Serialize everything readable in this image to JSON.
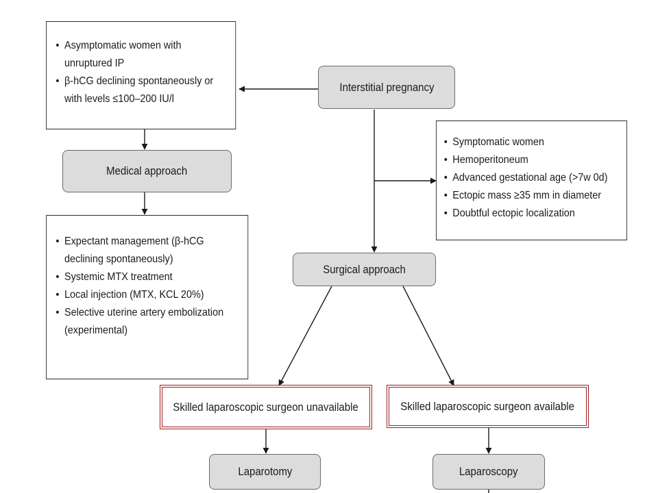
{
  "nodes": {
    "start": "Interstitial pregnancy",
    "medical": "Medical approach",
    "surgical": "Surgical approach",
    "unavailable": "Skilled laparoscopic surgeon unavailable",
    "available": "Skilled laparoscopic surgeon available",
    "laparotomy": "Laparotomy",
    "laparoscopy": "Laparoscopy"
  },
  "criteria_medical": [
    "Asymptomatic women with unruptured IP",
    "β-hCG declining spontaneously or with levels ≤100–200 IU/l"
  ],
  "medical_options": [
    "Expectant management (β-hCG declining spontaneously)",
    "Systemic MTX treatment",
    "Local injection (MTX, KCL 20%)",
    "Selective uterine artery embolization (experimental)"
  ],
  "criteria_surgical": [
    "Symptomatic women",
    "Hemoperitoneum",
    "Advanced gestational age (>7w 0d)",
    "Ectopic mass ≥35 mm in diameter",
    "Doubtful ectopic localization"
  ]
}
